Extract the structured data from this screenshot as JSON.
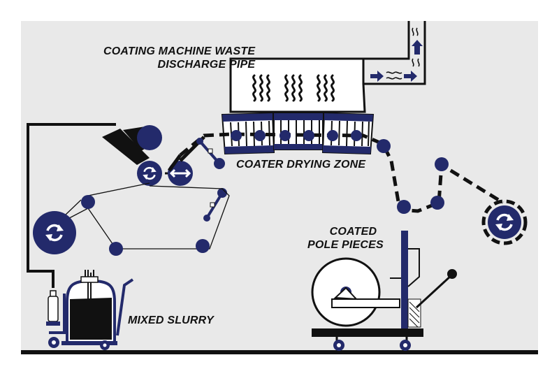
{
  "labels": {
    "waste_pipe": [
      "COATING MACHINE WASTE",
      "DISCHARGE PIPE"
    ],
    "drying_zone": "COATER DRYING ZONE",
    "pole_pieces": [
      "COATED",
      "POLE PIECES"
    ],
    "slurry": "MIXED SLURRY"
  },
  "colors": {
    "navy": "#232a6b",
    "panel": "#e9e9e9",
    "ink": "#111111",
    "white": "#ffffff"
  },
  "icons": [
    "rotate-icon",
    "heat-wave-icon",
    "arrow-icon",
    "double-arrow-icon"
  ]
}
